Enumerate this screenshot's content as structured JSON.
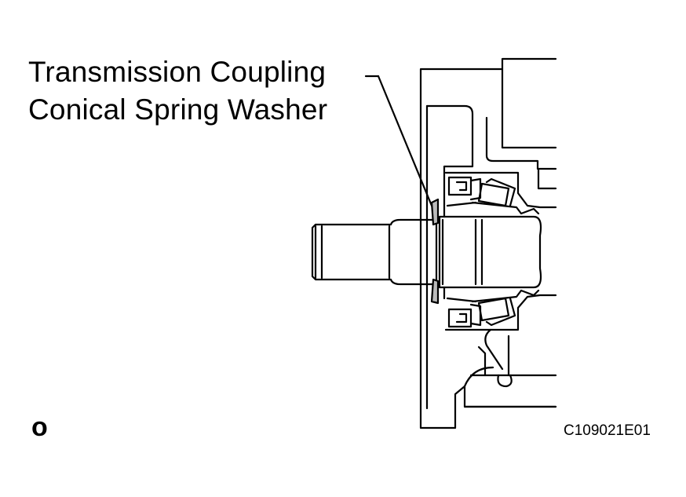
{
  "callout": {
    "line1": "Transmission Coupling",
    "line2": "Conical Spring Washer"
  },
  "corner_mark": "o",
  "figure_code": "C109021E01",
  "colors": {
    "stroke": "#000000",
    "background": "#ffffff"
  }
}
